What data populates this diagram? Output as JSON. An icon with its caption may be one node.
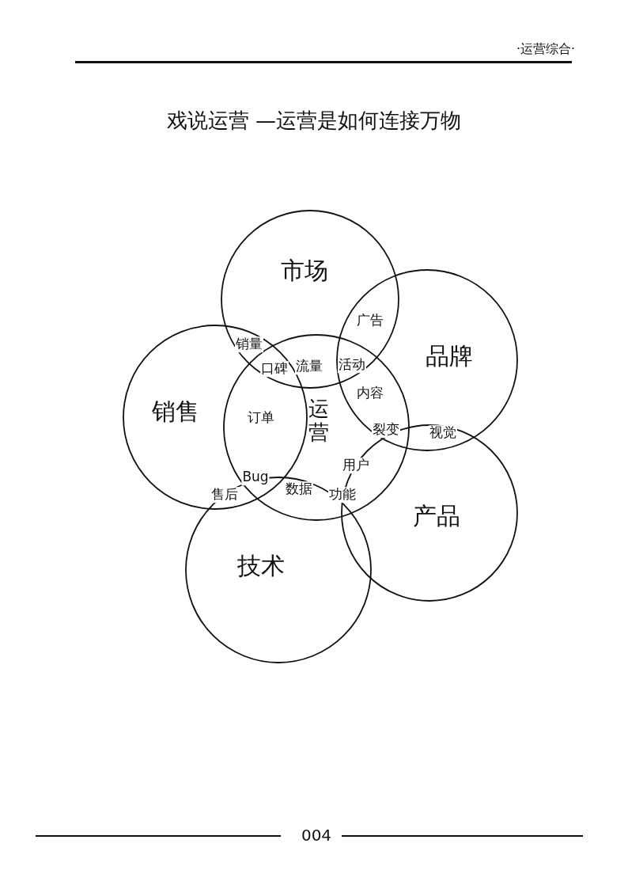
{
  "diagram": {
    "title": "戏说运营 —运营是如何连接万物",
    "nodes": [
      {
        "text": [
          "市场"
        ]
      },
      {
        "text": [
          "品牌"
        ]
      },
      {
        "text": [
          "销售"
        ]
      },
      {
        "text": [
          "运营"
        ]
      },
      {
        "text": [
          "产品"
        ]
      },
      {
        "text": [
          "技术"
        ]
      }
    ],
    "edges": [],
    "labels": [
      "·运营综合·",
      "广告",
      "销量",
      "口碑",
      "流量",
      "活动",
      "内容",
      "订单",
      "裂变",
      "视觉",
      "用户",
      "Bug",
      "售后",
      "数据",
      "功能",
      "004"
    ]
  }
}
